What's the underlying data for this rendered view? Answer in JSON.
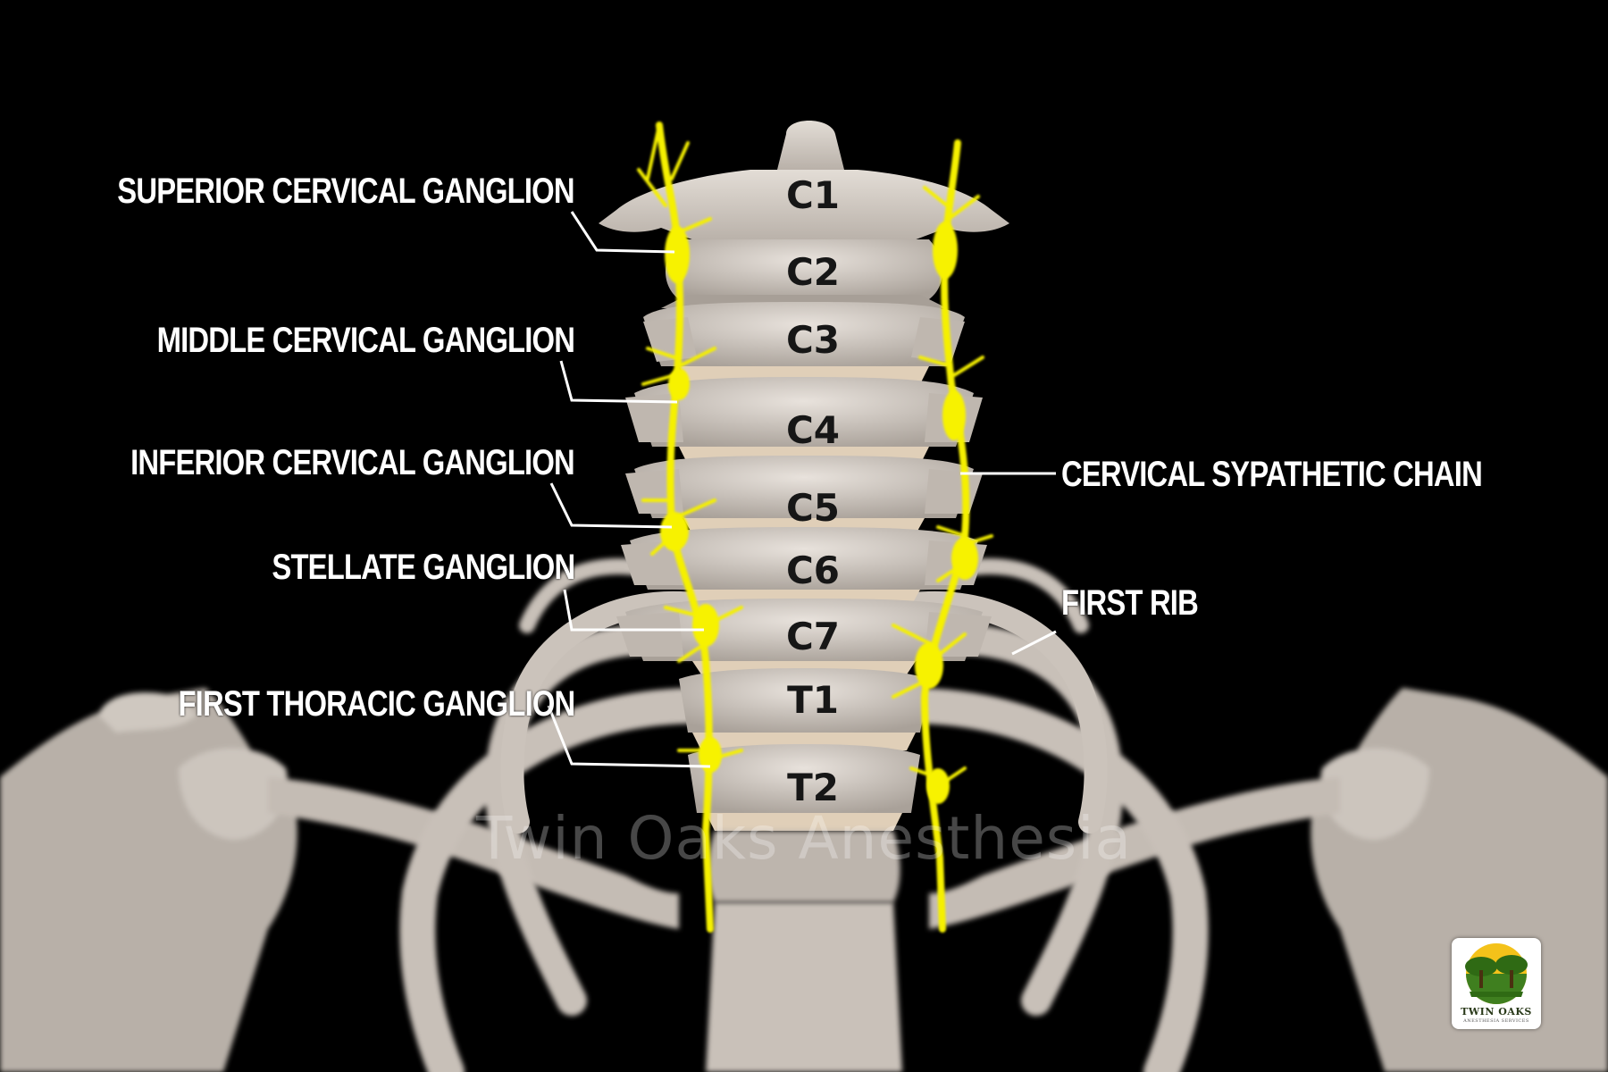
{
  "vertebrae": [
    "C1",
    "C2",
    "C3",
    "C4",
    "C5",
    "C6",
    "C7",
    "T1",
    "T2"
  ],
  "left_labels": {
    "superior": "SUPERIOR CERVICAL GANGLION",
    "middle": "MIDDLE CERVICAL GANGLION",
    "inferior": "INFERIOR CERVICAL GANGLION",
    "stellate": "STELLATE GANGLION",
    "thoracic": "FIRST THORACIC GANGLION"
  },
  "right_labels": {
    "chain": "CERVICAL SYPATHETIC CHAIN",
    "rib": "FIRST RIB"
  },
  "watermark": "Twin Oaks Anesthesia",
  "logo": {
    "name": "TWIN OAKS",
    "subtitle": "ANESTHESIA SERVICES"
  },
  "colors": {
    "background": "#000000",
    "bone": "#d6cfc8",
    "nerve": "#f5f000",
    "leader": "#ffffff"
  }
}
